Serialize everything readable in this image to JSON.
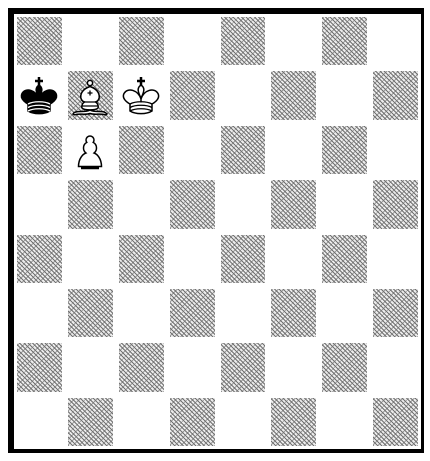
{
  "board": {
    "files": 8,
    "ranks": 8,
    "light_color": "#ffffff",
    "dark_pattern_color": "#5a5a5a",
    "border_color": "#000000",
    "top_left_square": "dark",
    "pieces": [
      {
        "name": "black-king-icon",
        "piece": "king",
        "color": "black",
        "row": 1,
        "col": 0
      },
      {
        "name": "white-bishop-icon",
        "piece": "bishop",
        "color": "white",
        "row": 1,
        "col": 1
      },
      {
        "name": "white-king-icon",
        "piece": "king",
        "color": "white",
        "row": 1,
        "col": 2
      },
      {
        "name": "white-pawn-icon",
        "piece": "pawn",
        "color": "white",
        "row": 2,
        "col": 1
      }
    ]
  }
}
